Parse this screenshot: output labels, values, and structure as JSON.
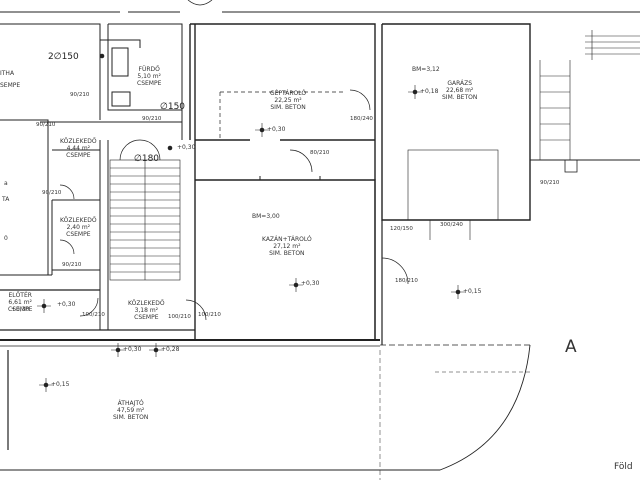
{
  "rooms": [
    {
      "name": "FÜRDŐ",
      "area": "5,10 m²",
      "floor": "CSEMPE"
    },
    {
      "name": "GÉPTÁROLÓ",
      "area": "22,25 m²",
      "floor": "SIM. BETON"
    },
    {
      "name": "GARÁZS",
      "area": "22,68 m²",
      "floor": "SIM. BETON"
    },
    {
      "name": "KÖZLEKEDŐ",
      "area": "4,44 m²",
      "floor": "CSEMPE"
    },
    {
      "name": "KÖZLEKEDŐ",
      "area": "2,40 m²",
      "floor": "CSEMPE"
    },
    {
      "name": "KAZÁN+TÁROLÓ",
      "area": "27,12 m²",
      "floor": "SIM. BETON"
    },
    {
      "name": "ELŐTÉR",
      "area": "6,61 m²",
      "floor": "CSEMPE"
    },
    {
      "name": "KÖZLEKEDŐ",
      "area": "3,18 m²",
      "floor": "CSEMPE"
    },
    {
      "name": "ÁTHAJTÓ",
      "area": "47,59 m²",
      "floor": "SIM. BETON"
    }
  ],
  "partial_labels": {
    "left_room": "ITHA",
    "left_floor": "SEMPE",
    "left_mid_a": "a",
    "left_mid_b": "TA",
    "left_mid_c": "0",
    "bottom_right": "Föld"
  },
  "pipes": [
    "2∅150",
    "∅150",
    "∅180"
  ],
  "heights": [
    "BM=3,12",
    "BM=3,00"
  ],
  "levels": [
    "+0,18",
    "+0,30",
    "+0,30",
    "+0,30",
    "+0,15",
    "+0,30",
    "+0,30",
    "+0,30",
    "+0,28",
    "+0,15"
  ],
  "door_dims": [
    "90/210",
    "90/210",
    "90/210",
    "90/210",
    "180/240",
    "80/210",
    "90/210",
    "120/150",
    "300/240",
    "180/210",
    "100/210",
    "100/210",
    "100/210",
    "90/210"
  ],
  "section_mark": "A"
}
